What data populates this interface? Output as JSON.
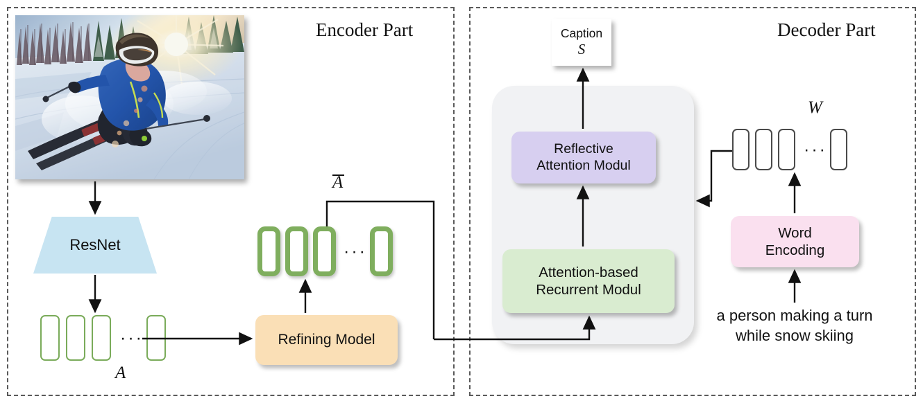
{
  "diagram": {
    "title_encoder": "Encoder Part",
    "title_decoder": "Decoder Part",
    "colors": {
      "resnet": "#c7e4f2",
      "refining_model": "#fadfb6",
      "reflective_attention": "#d7cff0",
      "attention_recurrent": "#d9ecd0",
      "word_encoding": "#fae0ef",
      "decoder_group": "#f1f2f4",
      "feature_cell_border": "#7aab5a",
      "refined_cell_border": "#7fae5e",
      "word_cell_border": "#4a4a4a",
      "part_border": "#5a5a5a"
    }
  },
  "encoder": {
    "image_alt": "skier making a turn while snow skiing",
    "resnet_label": "ResNet",
    "refining_model_label": "Refining Model",
    "feature_sequence": {
      "symbol": "A",
      "cells": [
        "",
        "",
        "",
        ""
      ],
      "ellipsis": "···"
    },
    "refined_sequence": {
      "symbol": "A",
      "overbar": true,
      "cells": [
        "",
        "",
        "",
        ""
      ],
      "ellipsis": "···"
    }
  },
  "decoder": {
    "caption_box": {
      "label": "Caption",
      "symbol": "S"
    },
    "reflective_attention_label": "Reflective\nAttention Modul",
    "reflective_attention_line1": "Reflective",
    "reflective_attention_line2": "Attention Modul",
    "attention_recurrent_line1": "Attention-based",
    "attention_recurrent_line2": "Recurrent Modul",
    "word_encoding_line1": "Word",
    "word_encoding_line2": "Encoding",
    "word_sequence": {
      "symbol": "W",
      "cells": [
        "",
        "",
        "",
        ""
      ],
      "ellipsis": "···"
    },
    "input_caption_line1": "a person making a turn",
    "input_caption_line2": "while snow skiing"
  }
}
